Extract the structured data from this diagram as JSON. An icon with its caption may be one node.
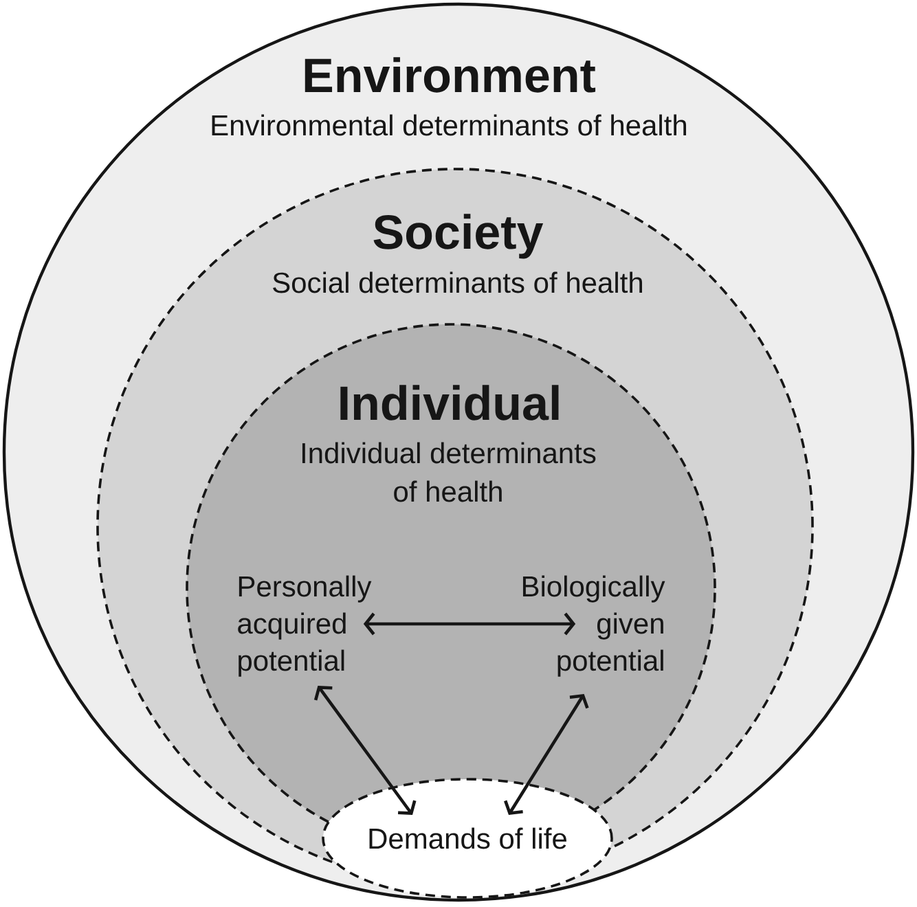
{
  "diagram": {
    "nodes": [
      {
        "text": [
          "Environment",
          "Environmental determinants of health"
        ]
      },
      {
        "text": [
          "Society",
          "Social determinants of health"
        ],
        "in": 0
      },
      {
        "text": [
          "Individual",
          "Individual determinants of health"
        ],
        "in": 1
      },
      {
        "text": [
          "Personally acquired potential"
        ],
        "in": 2
      },
      {
        "text": [
          "Biologically given potential"
        ],
        "in": 2
      },
      {
        "text": [
          "Demands of life"
        ],
        "in": 0
      }
    ],
    "edges": [
      {
        "from": 3,
        "to": 4,
        "arrow": "both"
      },
      {
        "from": 3,
        "to": 5,
        "arrow": "both"
      },
      {
        "from": 4,
        "to": 5,
        "arrow": "both"
      }
    ]
  }
}
